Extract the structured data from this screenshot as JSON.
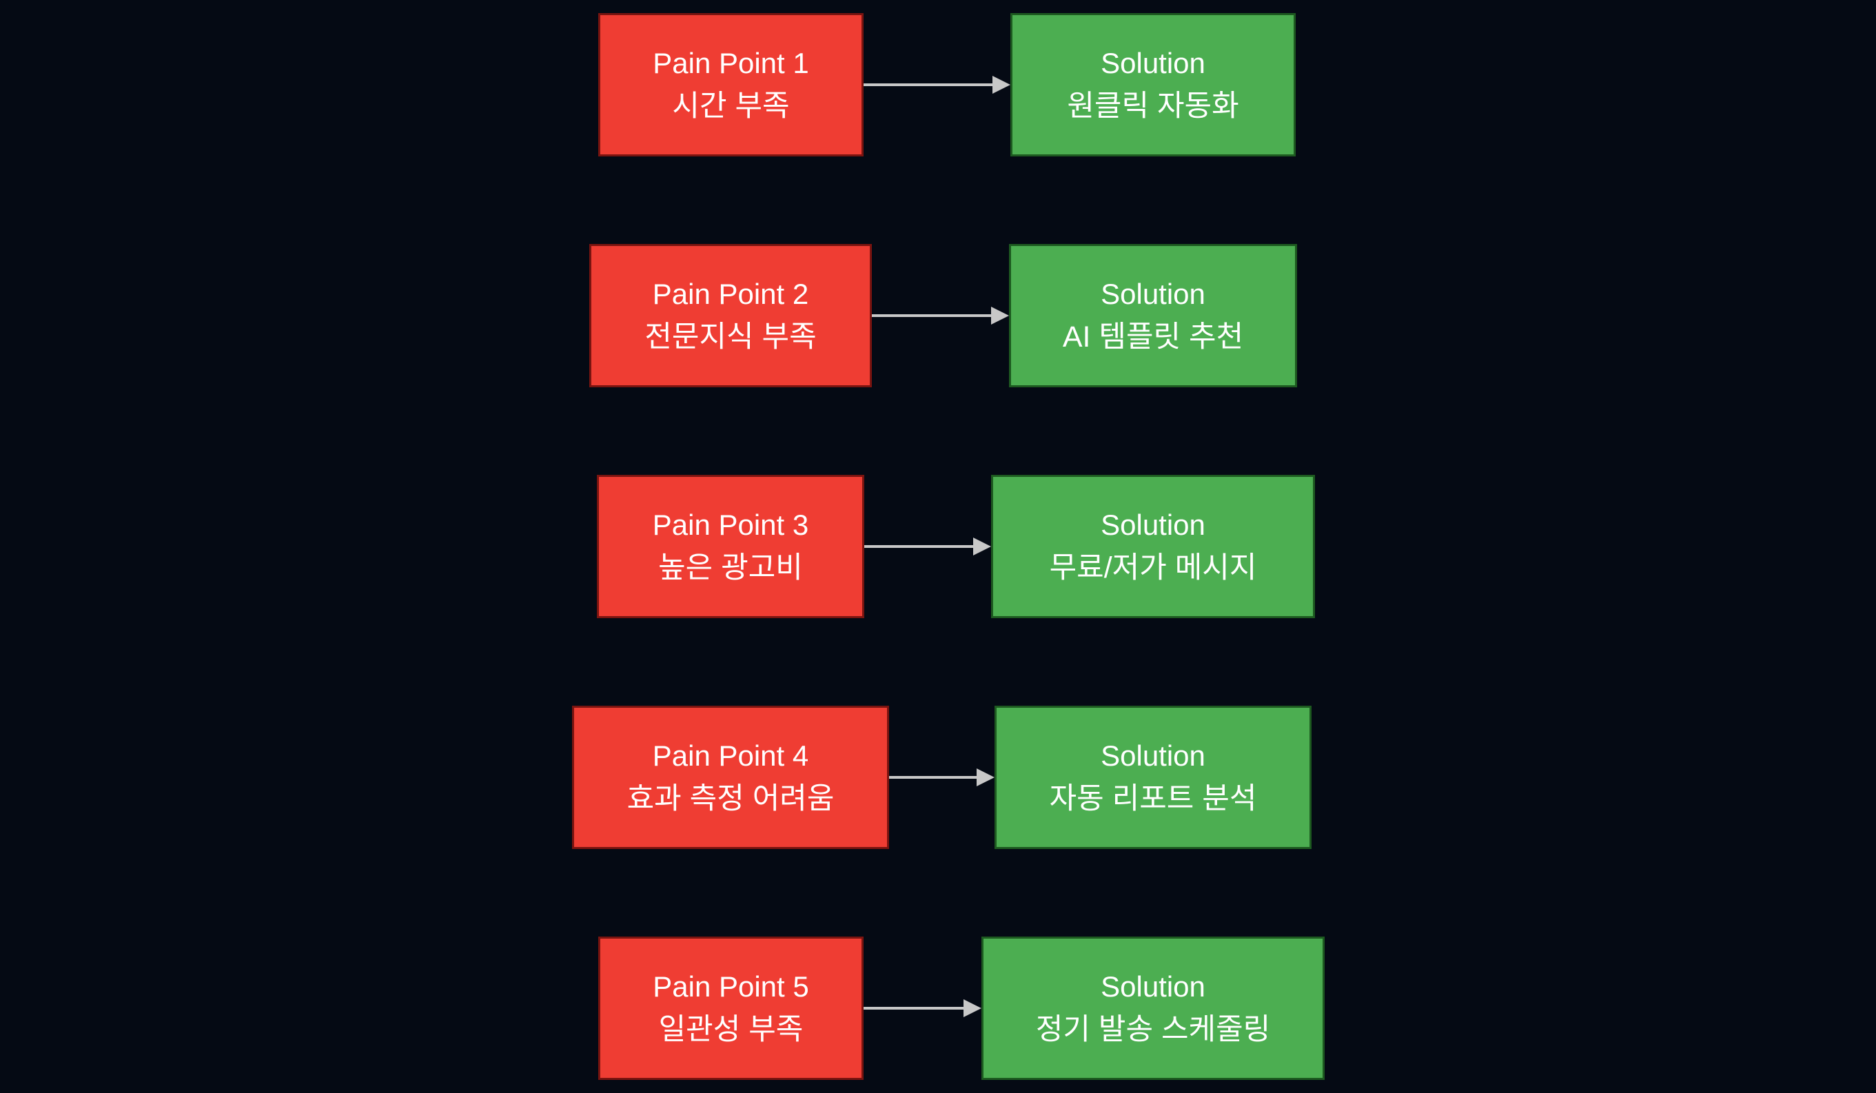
{
  "diagram": {
    "type": "pain-point-to-solution-mapping",
    "colors": {
      "background": "#050a14",
      "pain_fill": "#ef3d33",
      "pain_border": "#7a1410",
      "solution_fill": "#4cae51",
      "solution_border": "#1d5a20",
      "arrow": "#c8c8c8",
      "text": "#ffffff"
    },
    "rows": [
      {
        "pain": {
          "title": "Pain Point 1",
          "desc": "시간 부족"
        },
        "solution": {
          "title": "Solution",
          "desc": "원클릭 자동화"
        }
      },
      {
        "pain": {
          "title": "Pain Point 2",
          "desc": "전문지식 부족"
        },
        "solution": {
          "title": "Solution",
          "desc": "AI 템플릿 추천"
        }
      },
      {
        "pain": {
          "title": "Pain Point 3",
          "desc": "높은 광고비"
        },
        "solution": {
          "title": "Solution",
          "desc": "무료/저가 메시지"
        }
      },
      {
        "pain": {
          "title": "Pain Point 4",
          "desc": "효과 측정 어려움"
        },
        "solution": {
          "title": "Solution",
          "desc": "자동 리포트 분석"
        }
      },
      {
        "pain": {
          "title": "Pain Point 5",
          "desc": "일관성 부족"
        },
        "solution": {
          "title": "Solution",
          "desc": "정기 발송 스케줄링"
        }
      }
    ]
  }
}
